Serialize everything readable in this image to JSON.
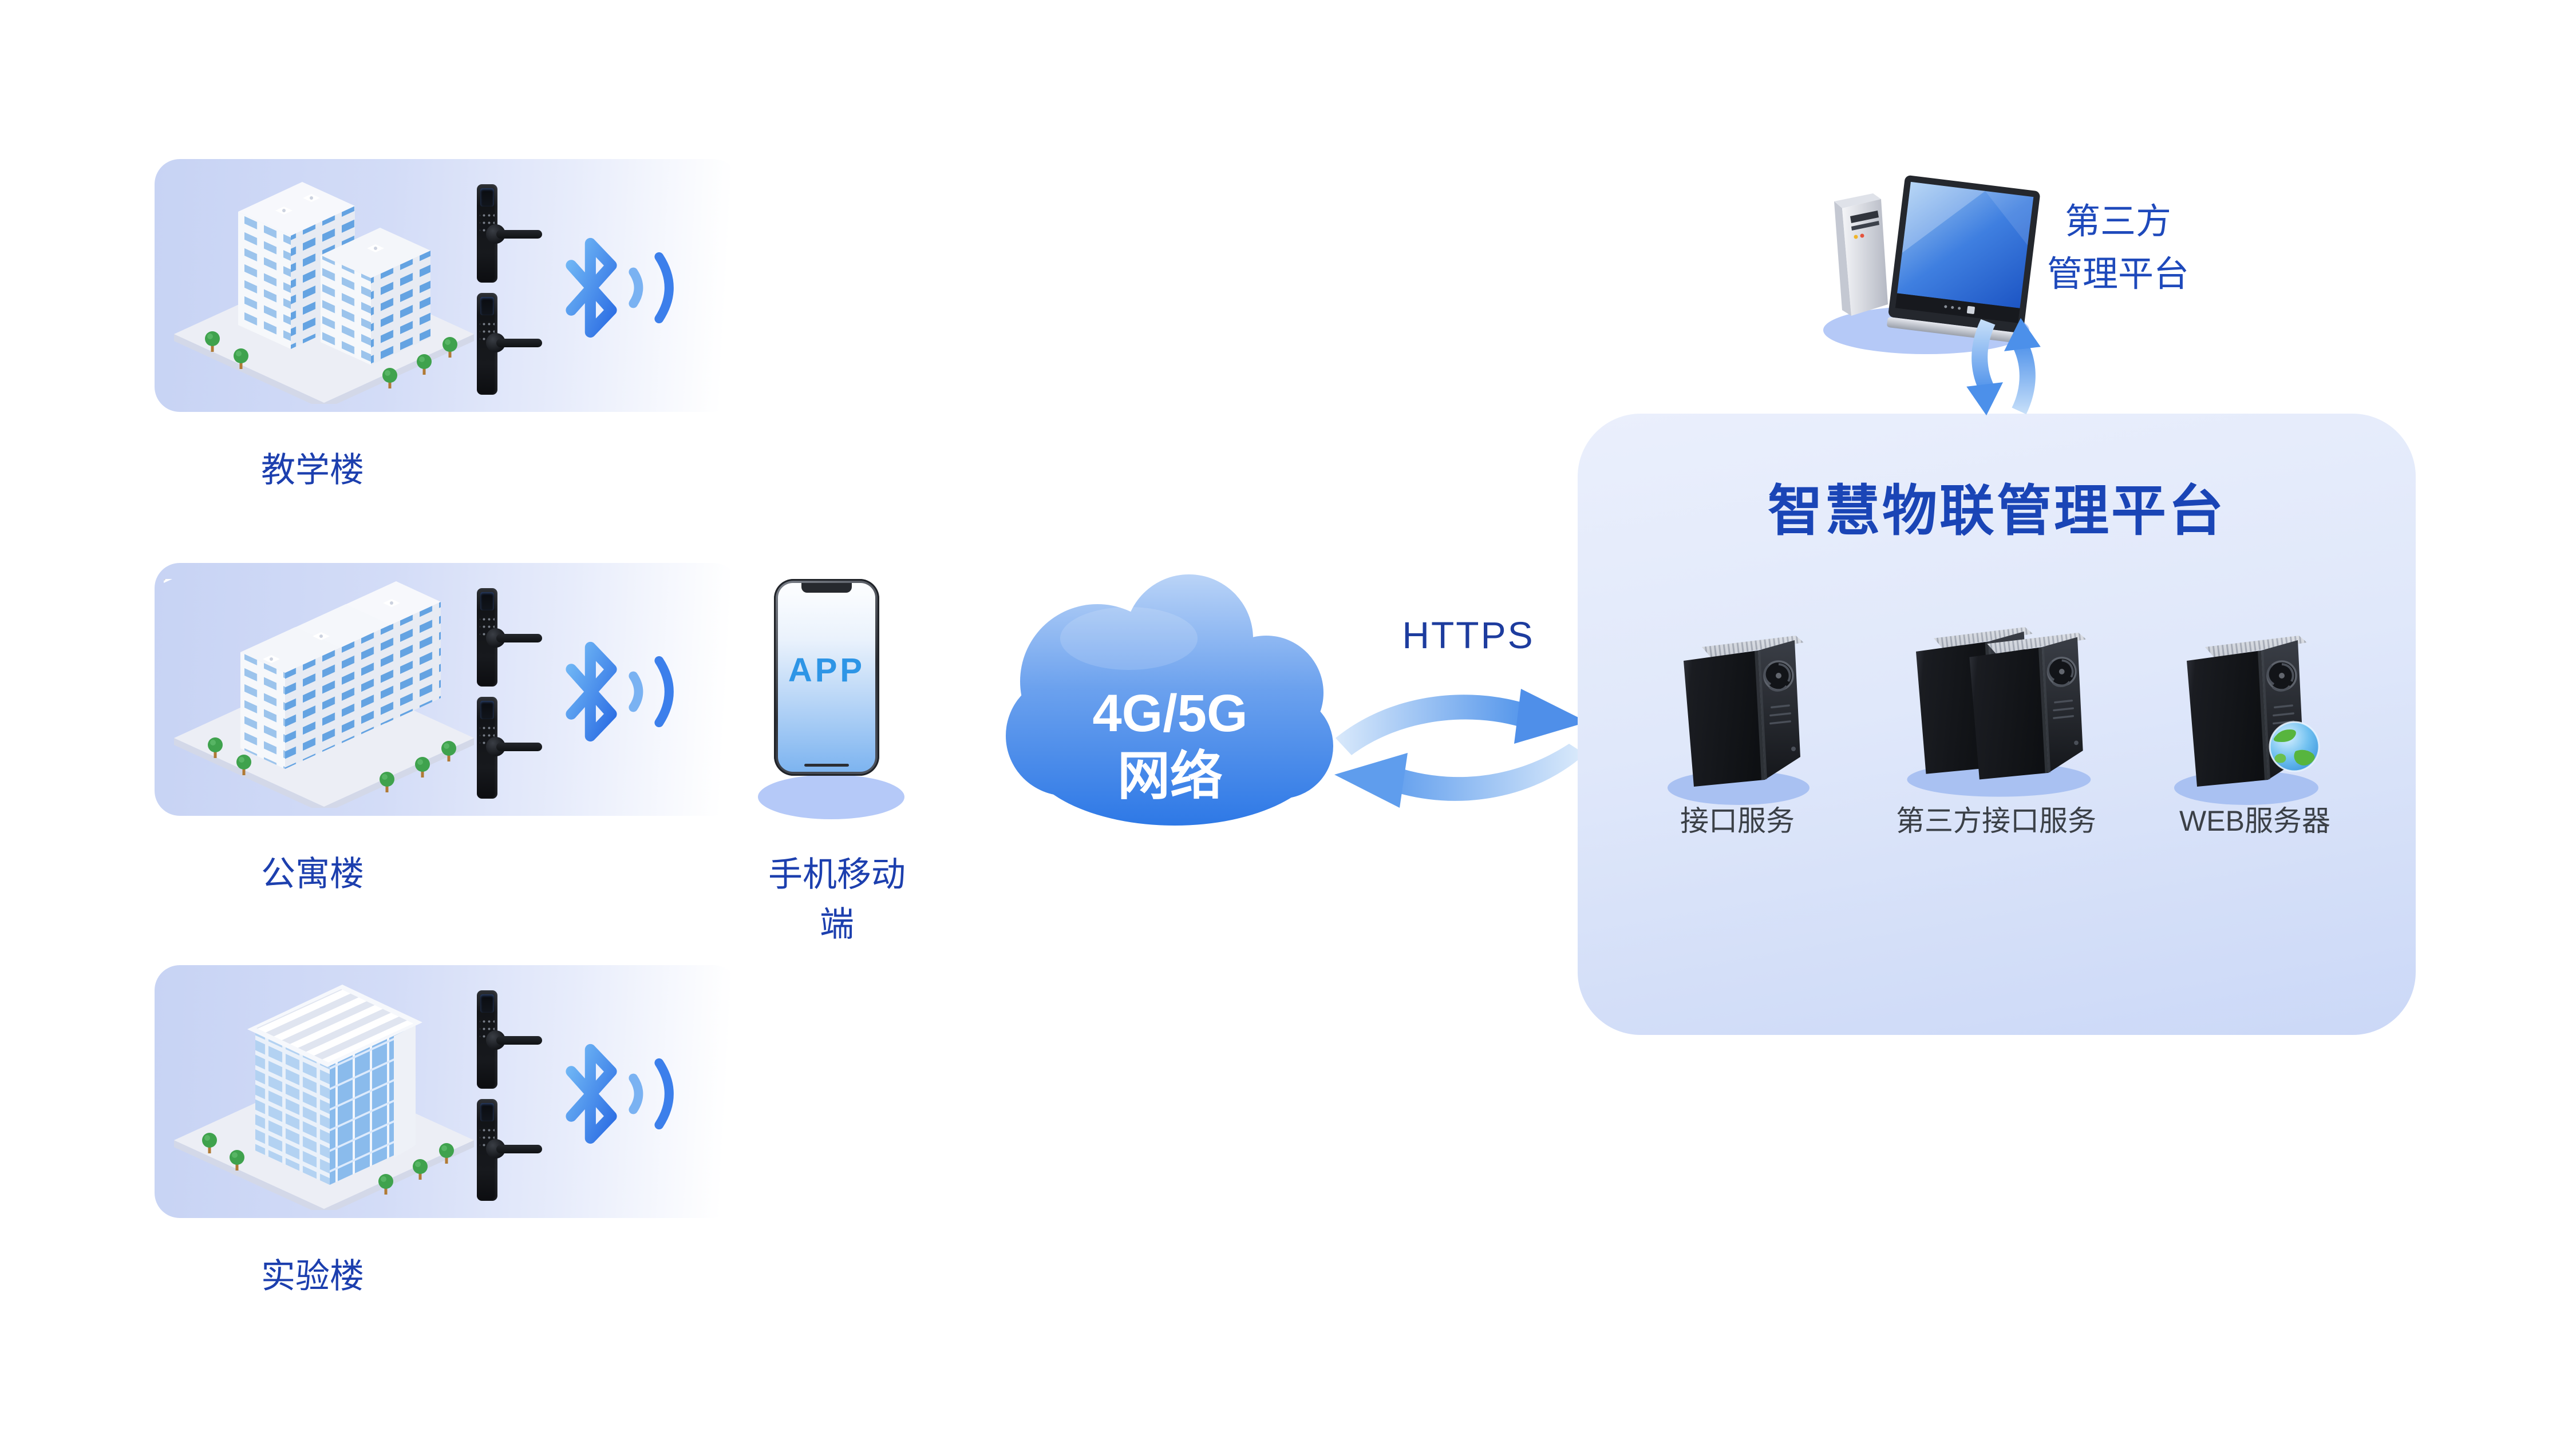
{
  "buildings": [
    {
      "label": "教学楼"
    },
    {
      "label": "公寓楼"
    },
    {
      "label": "实验楼"
    }
  ],
  "mobile": {
    "screen_label": "APP",
    "label": "手机移动端"
  },
  "network": {
    "cloud_line1": "4G/5G",
    "cloud_line2": "网络",
    "protocol_label": "HTTPS"
  },
  "platform": {
    "title": "智慧物联管理平台",
    "servers": [
      {
        "label": "接口服务"
      },
      {
        "label": "第三方接口服务"
      },
      {
        "label": "WEB服务器"
      }
    ]
  },
  "third_party": {
    "line1": "第三方",
    "line2": "管理平台"
  },
  "colors": {
    "label_blue": "#1c3fae",
    "title_blue": "#1a45b6",
    "https_blue": "#1d3c9e",
    "server_label_gray": "#3b4047",
    "cloud_blue": "#2d78e6",
    "app_blue": "#2d95e6",
    "panel_lavender": "#c7d3f4",
    "platform_lavender": "#cbd8f7",
    "shadow_blue": "#b5c9f8"
  }
}
